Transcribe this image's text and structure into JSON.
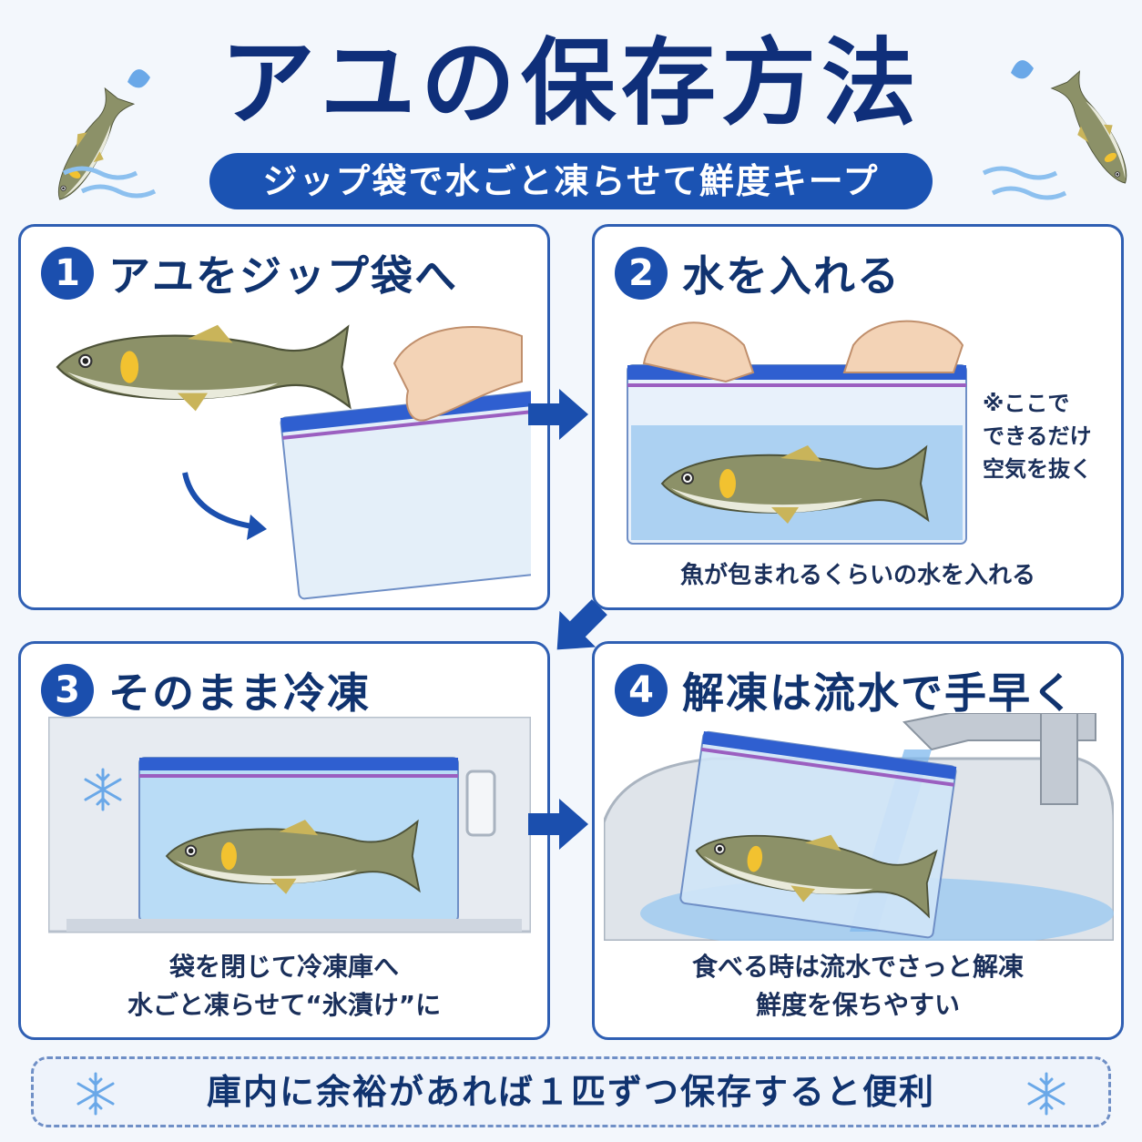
{
  "header": {
    "title": "アユの保存方法",
    "subtitle": "ジップ袋で水ごと凍らせて鮮度キープ"
  },
  "steps": [
    {
      "number": "1",
      "title": "アユをジップ袋へ"
    },
    {
      "number": "2",
      "title": "水を入れる",
      "caption": "魚が包まれるくらいの水を入れる",
      "note": [
        "※ここで",
        "できるだけ",
        "空気を抜く"
      ]
    },
    {
      "number": "3",
      "title": "そのまま冷凍",
      "caption": [
        "袋を閉じて冷凍庫へ",
        "水ごと凍らせて“氷漬け”に"
      ]
    },
    {
      "number": "4",
      "title": "解凍は流水で手早く",
      "caption": [
        "食べる時は流水でさっと解凍",
        "鮮度を保ちやすい"
      ]
    }
  ],
  "footer": {
    "text": "庫内に余裕があれば１匹ずつ保存すると便利"
  },
  "colors": {
    "navy": "#0f2f7a",
    "accent": "#1b53b3",
    "water": "#9cc9f0",
    "fish": "#8c9168"
  }
}
